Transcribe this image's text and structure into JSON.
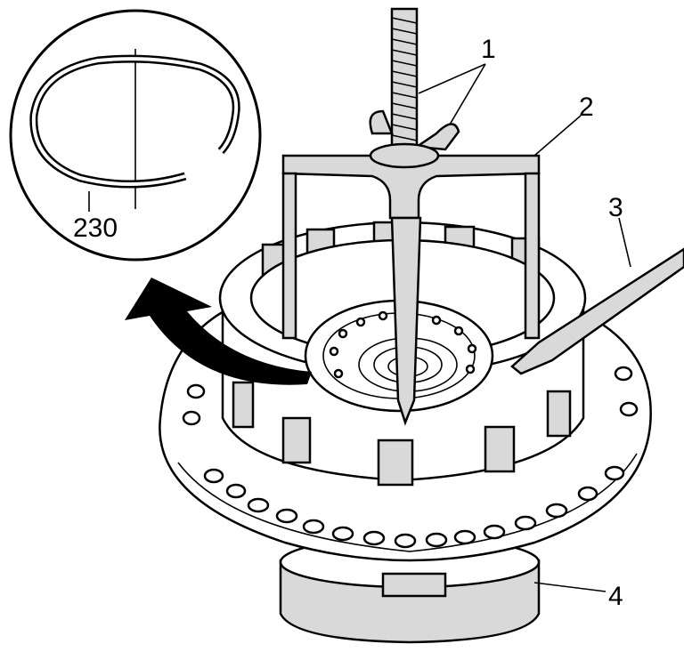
{
  "diagram": {
    "callouts": {
      "part_1": "1",
      "part_2": "2",
      "part_3": "3",
      "part_4": "4",
      "detail_ring": "230"
    }
  }
}
